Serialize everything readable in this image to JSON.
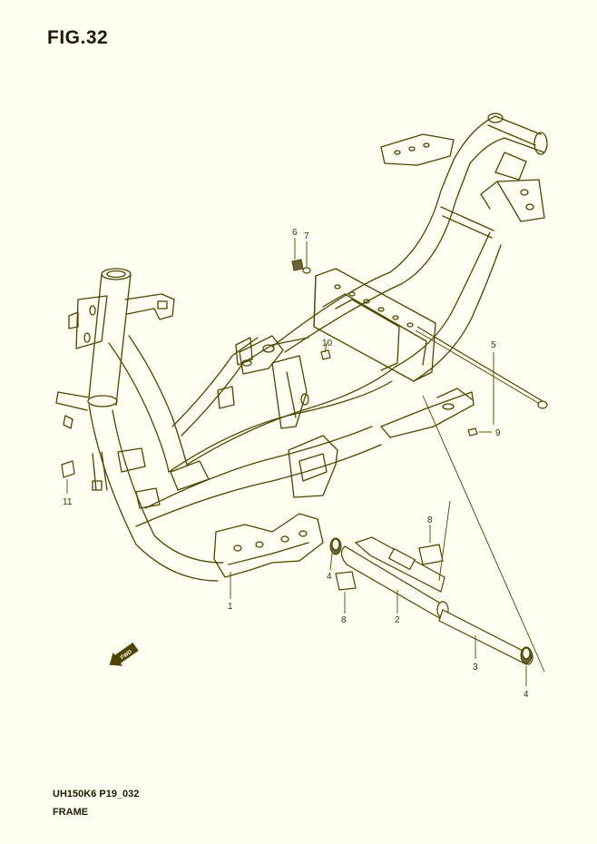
{
  "figure": {
    "title": "FIG.32",
    "code": "UH150K6 P19_032",
    "name": "FRAME",
    "direction_badge": "FWD"
  },
  "callouts": [
    {
      "id": "1",
      "label": "1"
    },
    {
      "id": "2",
      "label": "2"
    },
    {
      "id": "3",
      "label": "3"
    },
    {
      "id": "4a",
      "label": "4"
    },
    {
      "id": "4b",
      "label": "4"
    },
    {
      "id": "5",
      "label": "5"
    },
    {
      "id": "6",
      "label": "6"
    },
    {
      "id": "7",
      "label": "7"
    },
    {
      "id": "8a",
      "label": "8"
    },
    {
      "id": "8b",
      "label": "8"
    },
    {
      "id": "9",
      "label": "9"
    },
    {
      "id": "10",
      "label": "10"
    },
    {
      "id": "11",
      "label": "11"
    }
  ],
  "colors": {
    "background": "#fffff2",
    "linework": "#4d4500"
  }
}
